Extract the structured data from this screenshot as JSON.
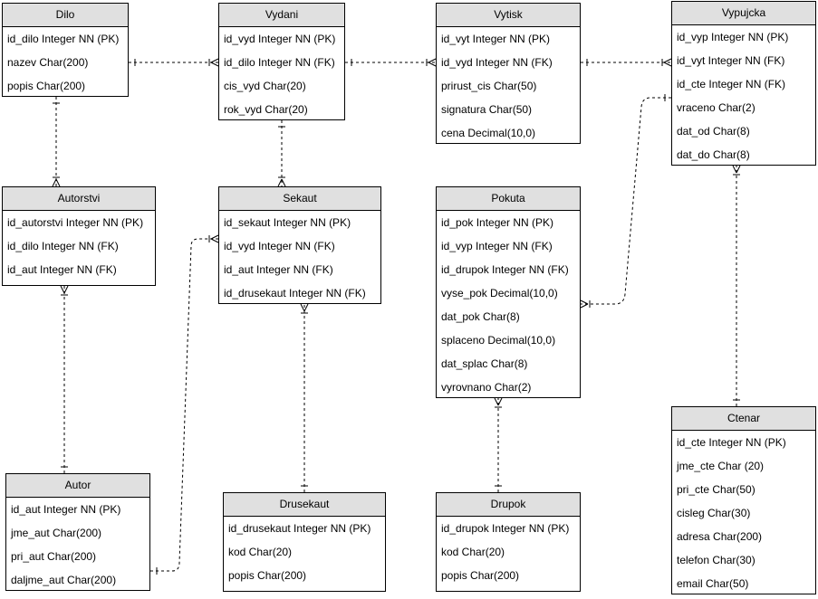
{
  "entities": {
    "dilo": {
      "name": "Dilo",
      "attrs": [
        "id_dilo Integer NN (PK)",
        "nazev Char(200)",
        "popis Char(200)"
      ]
    },
    "vydani": {
      "name": "Vydani",
      "attrs": [
        "id_vyd Integer NN (PK)",
        "id_dilo Integer NN (FK)",
        "cis_vyd Char(20)",
        "rok_vyd Char(20)"
      ]
    },
    "vytisk": {
      "name": "Vytisk",
      "attrs": [
        "id_vyt Integer NN (PK)",
        "id_vyd Integer NN (FK)",
        "prirust_cis Char(50)",
        "signatura Char(50)",
        "cena Decimal(10,0)"
      ]
    },
    "vypujcka": {
      "name": "Vypujcka",
      "attrs": [
        "id_vyp Integer NN (PK)",
        "id_vyt Integer NN (FK)",
        "id_cte Integer NN (FK)",
        "vraceno Char(2)",
        "dat_od Char(8)",
        "dat_do Char(8)"
      ]
    },
    "autorstvi": {
      "name": "Autorstvi",
      "attrs": [
        "id_autorstvi Integer NN (PK)",
        "id_dilo Integer NN (FK)",
        "id_aut Integer NN (FK)"
      ]
    },
    "sekaut": {
      "name": "Sekaut",
      "attrs": [
        "id_sekaut Integer NN (PK)",
        "id_vyd Integer NN (FK)",
        "id_aut Integer NN (FK)",
        "id_drusekaut Integer NN (FK)"
      ]
    },
    "pokuta": {
      "name": "Pokuta",
      "attrs": [
        "id_pok Integer NN (PK)",
        "id_vyp Integer NN (FK)",
        "id_drupok Integer NN (FK)",
        "vyse_pok Decimal(10,0)",
        "dat_pok Char(8)",
        "splaceno Decimal(10,0)",
        "dat_splac Char(8)",
        "vyrovnano Char(2)"
      ]
    },
    "ctenar": {
      "name": "Ctenar",
      "attrs": [
        "id_cte Integer NN (PK)",
        "jme_cte Char (20)",
        "pri_cte Char(50)",
        "cisleg Char(30)",
        "adresa Char(200)",
        "telefon Char(30)",
        "email Char(50)"
      ]
    },
    "autor": {
      "name": "Autor",
      "attrs": [
        "id_aut Integer NN (PK)",
        "jme_aut Char(200)",
        "pri_aut Char(200)",
        "daljme_aut Char(200)"
      ]
    },
    "drusekaut": {
      "name": "Drusekaut",
      "attrs": [
        "id_drusekaut Integer NN (PK)",
        "kod Char(20)",
        "popis Char(200)"
      ]
    },
    "drupok": {
      "name": "Drupok",
      "attrs": [
        "id_drupok Integer NN (PK)",
        "kod Char(20)",
        "popis Char(200)"
      ]
    }
  },
  "relationships": [
    {
      "from": "dilo",
      "to": "vydani",
      "from_end": "one",
      "to_end": "many"
    },
    {
      "from": "vydani",
      "to": "vytisk",
      "from_end": "one",
      "to_end": "many"
    },
    {
      "from": "vytisk",
      "to": "vypujcka",
      "from_end": "one",
      "to_end": "many"
    },
    {
      "from": "dilo",
      "to": "autorstvi",
      "from_end": "one",
      "to_end": "many"
    },
    {
      "from": "vydani",
      "to": "sekaut",
      "from_end": "one",
      "to_end": "many"
    },
    {
      "from": "autor",
      "to": "autorstvi",
      "from_end": "one",
      "to_end": "many"
    },
    {
      "from": "autor",
      "to": "sekaut",
      "from_end": "one",
      "to_end": "many"
    },
    {
      "from": "drusekaut",
      "to": "sekaut",
      "from_end": "one",
      "to_end": "many"
    },
    {
      "from": "vypujcka",
      "to": "pokuta",
      "from_end": "one",
      "to_end": "many"
    },
    {
      "from": "drupok",
      "to": "pokuta",
      "from_end": "one",
      "to_end": "many"
    },
    {
      "from": "ctenar",
      "to": "vypujcka",
      "from_end": "one",
      "to_end": "many"
    }
  ]
}
